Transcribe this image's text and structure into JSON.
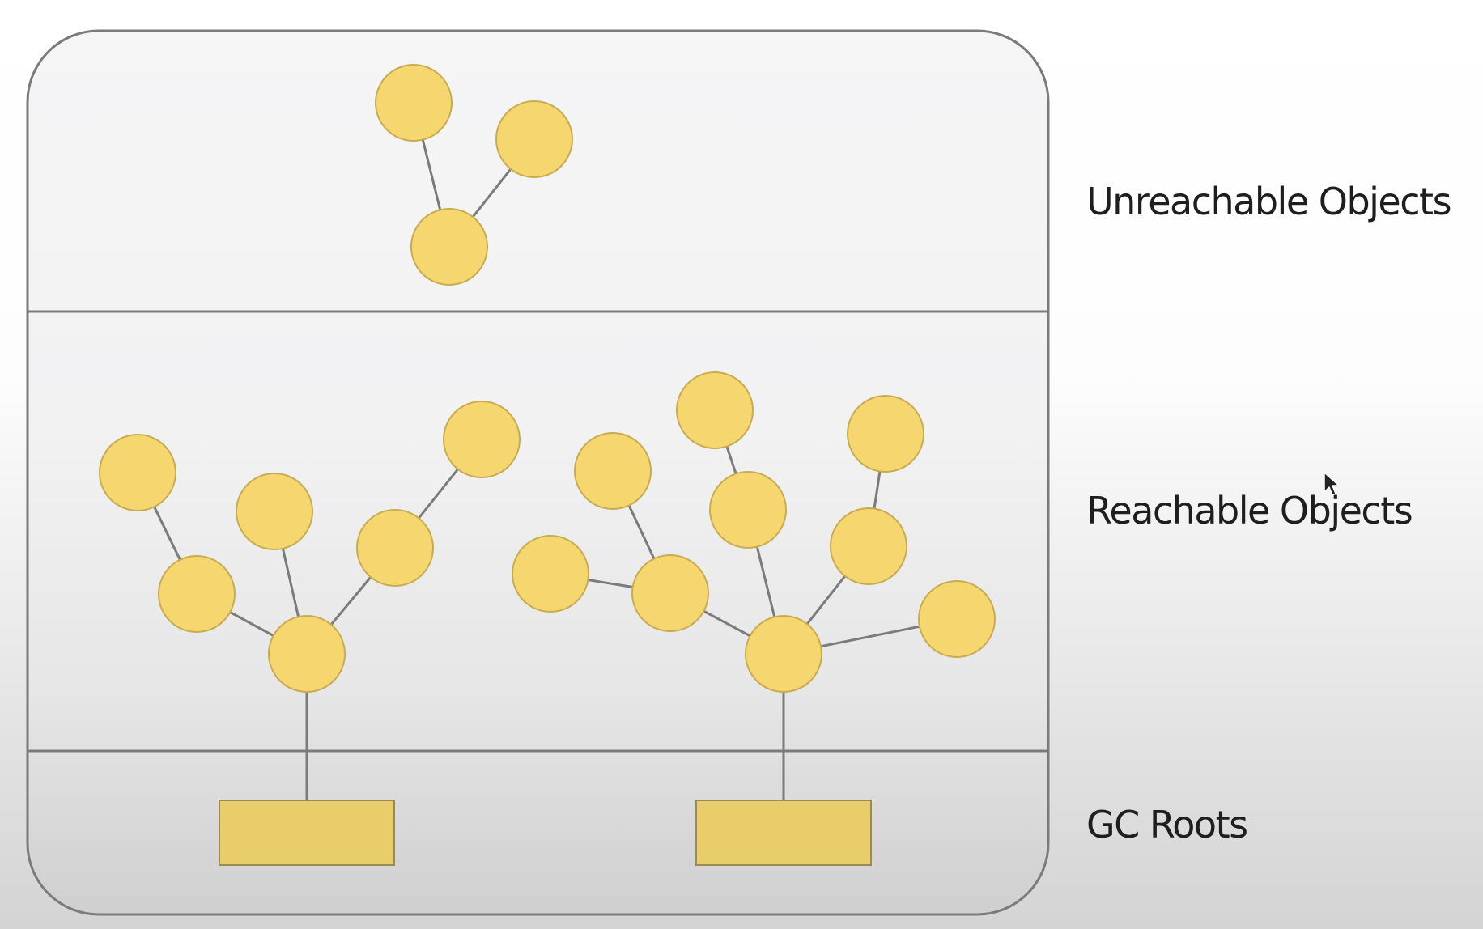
{
  "labels": {
    "unreachable": "Unreachable Objects",
    "reachable": "Reachable Objects",
    "roots": "GC Roots"
  },
  "colors": {
    "object_fill": "#f6d66f",
    "object_stroke": "#c8ac50",
    "root_fill": "#e8cd6a",
    "edge": "#7b7b7b",
    "frame": "#7b7b7b"
  },
  "icons": {
    "cursor": "mouse-pointer-icon"
  }
}
